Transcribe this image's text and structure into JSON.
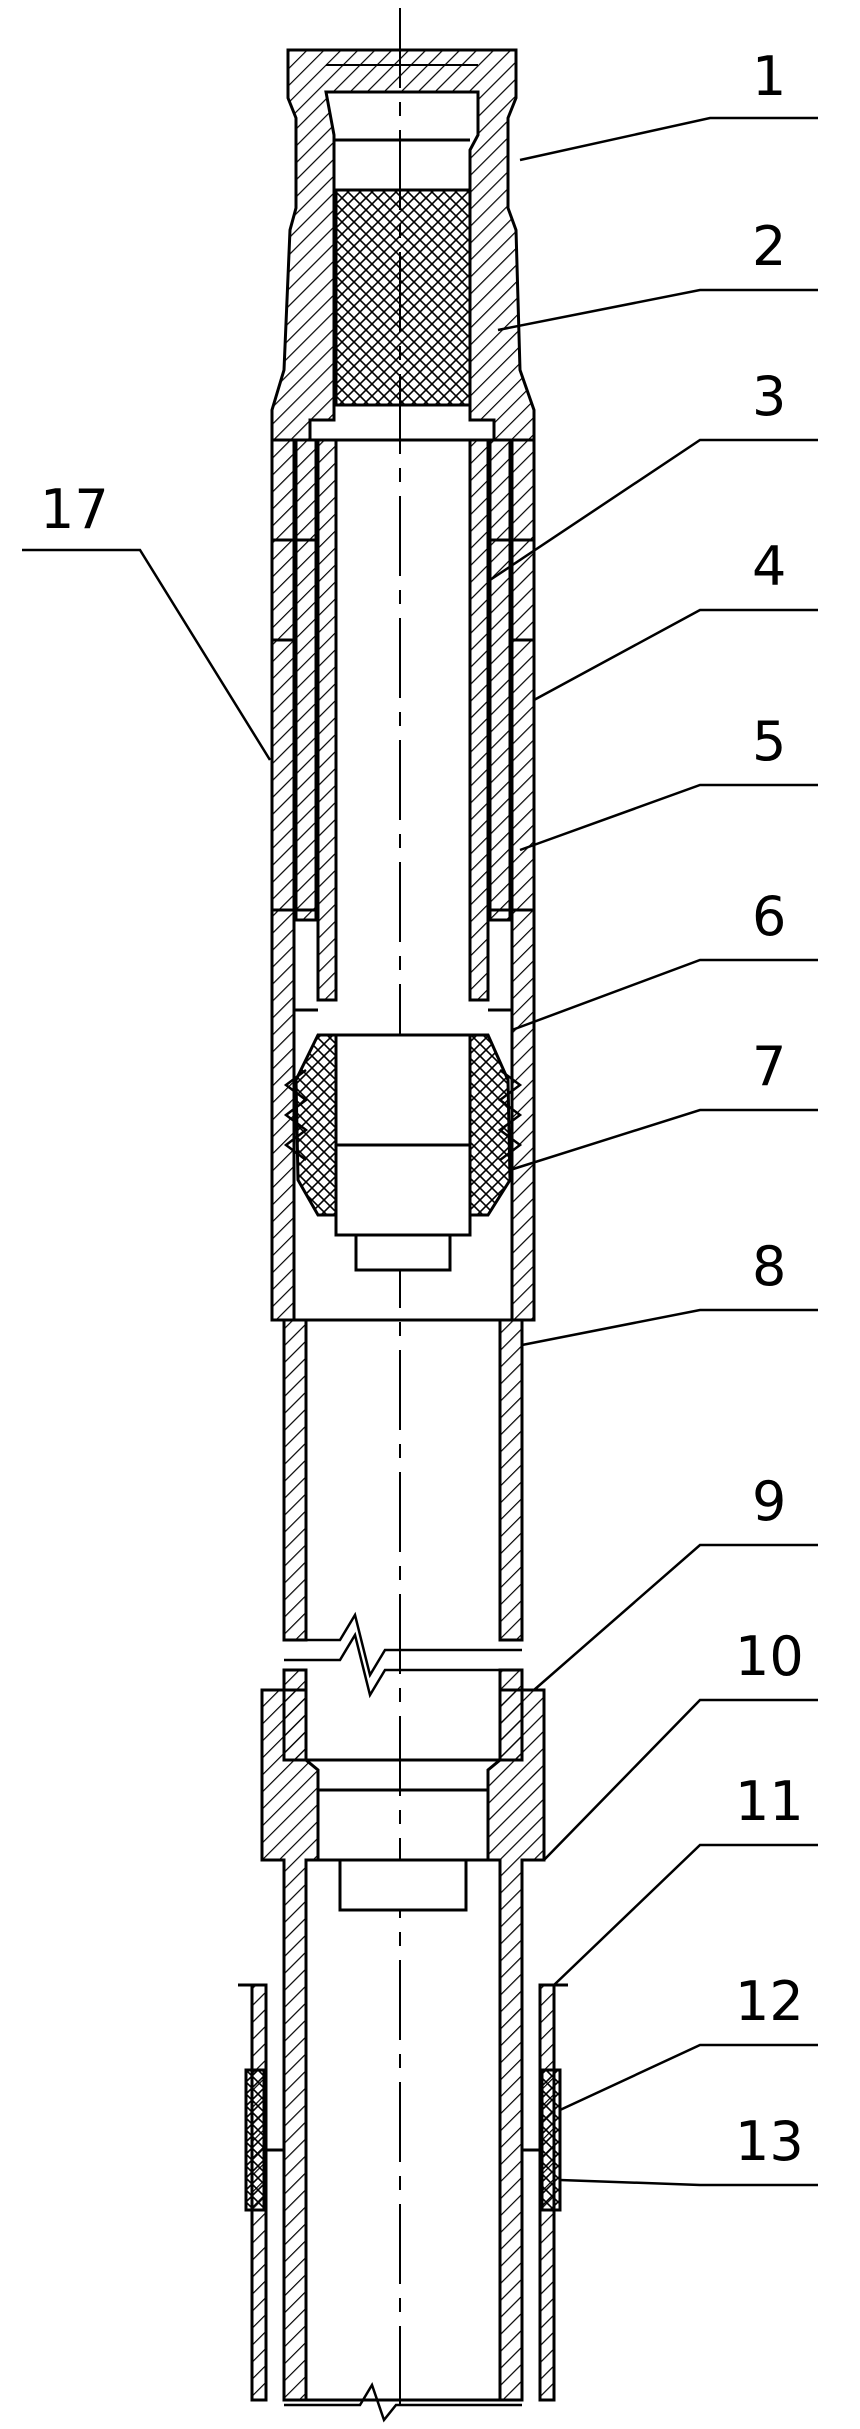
{
  "labels": [
    "1",
    "2",
    "3",
    "4",
    "5",
    "6",
    "7",
    "8",
    "9",
    "10",
    "11",
    "12",
    "13",
    "17"
  ],
  "colors": {
    "line": "#000000",
    "background": "#ffffff"
  }
}
